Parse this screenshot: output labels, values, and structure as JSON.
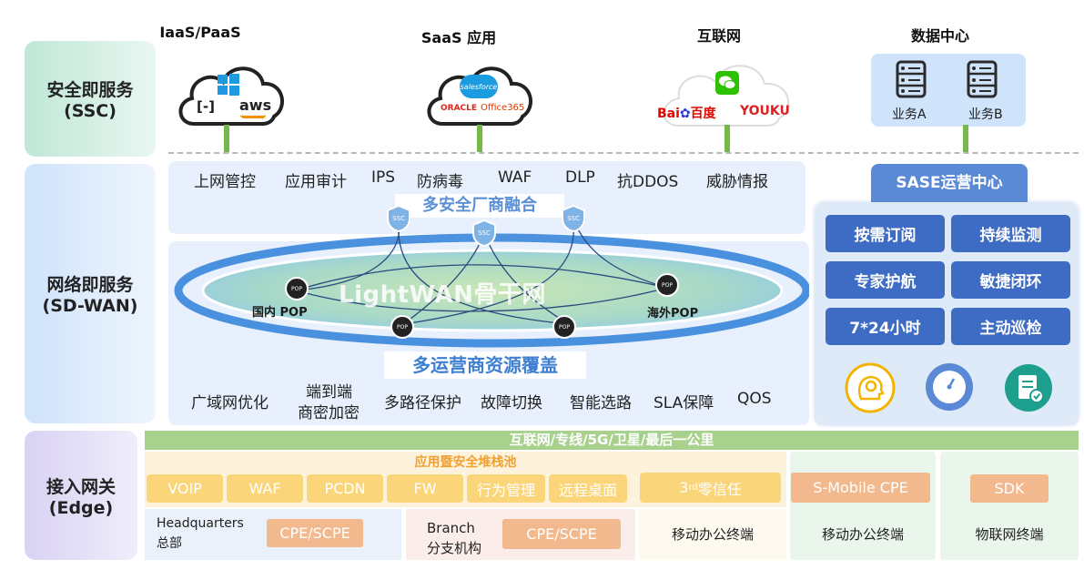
{
  "rows": {
    "ssc": {
      "line1": "安全即服务",
      "line2": "(SSC)"
    },
    "sdwan": {
      "line1": "网络即服务",
      "line2": "(SD-WAN)"
    },
    "edge": {
      "line1": "接入网关",
      "line2": "(Edge)"
    }
  },
  "categories": {
    "iaas": {
      "title": "IaaS/PaaS",
      "logos": [
        "[-]",
        "aws"
      ]
    },
    "saas": {
      "title": "SaaS 应用",
      "logos": [
        "salesforce",
        "ORACLE",
        "Office365"
      ]
    },
    "internet": {
      "title": "互联网",
      "logos": [
        "Bai",
        "百度",
        "YOUKU"
      ]
    },
    "datacenter": {
      "title": "数据中心",
      "server_a": "业务A",
      "server_b": "业务B"
    }
  },
  "security_features": [
    "上网管控",
    "应用审计",
    "IPS",
    "防病毒",
    "WAF",
    "DLP",
    "抗DDOS",
    "威胁情报"
  ],
  "multi_vendor_label": "多安全厂商融合",
  "ssc_node": "SSC",
  "backbone": {
    "title": "LightWAN骨干网",
    "pop_domestic": "国内 POP",
    "pop_overseas": "海外POP",
    "pop_icon_text": "POP"
  },
  "multi_carrier_label": "多运营商资源覆盖",
  "network_features": [
    "广域网优化",
    "端到端",
    "商密加密",
    "多路径保护",
    "故障切换",
    "智能选路",
    "SLA保障",
    "QOS"
  ],
  "sase_center": {
    "title": "SASE运营中心",
    "buttons": [
      "按需订阅",
      "持续监测",
      "专家护航",
      "敏捷闭环",
      "7*24小时",
      "主动巡检"
    ],
    "icons": [
      "brain-gear-icon",
      "gauge-icon",
      "document-check-icon"
    ]
  },
  "edge": {
    "bar": "互联网/专线/5G/卫星/最后一公里",
    "pool_title": "应用暨安全堆栈池",
    "pool_items": [
      "VOIP",
      "WAF",
      "PCDN",
      "FW",
      "行为管理",
      "远程桌面"
    ],
    "zero_trust": {
      "prefix": "3",
      "sup": "rd",
      "suffix": " 零信任"
    },
    "hq": {
      "en": "Headquarters",
      "cn": "总部",
      "device": "CPE/SCPE"
    },
    "branch": {
      "en": "Branch",
      "cn": "分支机构",
      "device": "CPE/SCPE"
    },
    "mobile_terminal_1": "移动办公终端",
    "s_mobile": "S-Mobile CPE",
    "mobile_terminal_2": "移动办公终端",
    "sdk": "SDK",
    "iot": "物联网终端"
  },
  "colors": {
    "green_pole": "#76b84a",
    "blue_button": "#3e6bc4",
    "sase_bg": "#dfeaf9",
    "yellow_pool": "#fbd57a",
    "orange_device": "#f3b98e",
    "edge_bar": "#a9d18e"
  }
}
